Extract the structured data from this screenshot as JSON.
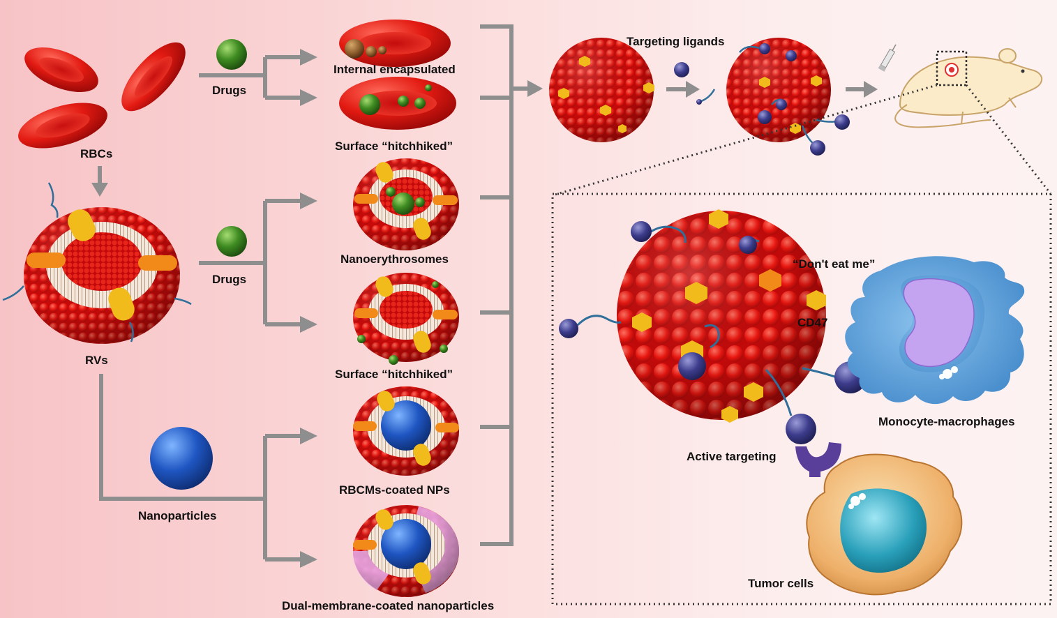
{
  "labels": {
    "rbcs": "RBCs",
    "rvs": "RVs",
    "drugs_top": "Drugs",
    "drugs_mid": "Drugs",
    "nanoparticles": "Nanoparticles",
    "internal_encapsulated": "Internal encapsulated",
    "surface_hitchhiked_1": "Surface “hitchhiked”",
    "nanoerythrosomes": "Nanoerythrosomes",
    "surface_hitchhiked_2": "Surface “hitchhiked”",
    "rbcms_coated_nps": "RBCMs-coated NPs",
    "dual_membrane": "Dual-membrane-coated nanoparticles",
    "targeting_ligands": "Targeting ligands",
    "dont_eat_me": "“Don't eat me”",
    "cd47": "CD47",
    "monocyte_macrophages": "Monocyte-macrophages",
    "active_targeting": "Active targeting",
    "tumor_cells": "Tumor cells"
  },
  "colors": {
    "rbc_red": "#e01010",
    "arrow_gray": "#8e8e8e",
    "drug_green": "#3e8a20",
    "np_blue": "#1f4fb0",
    "ligand_navy": "#3a3a80",
    "cd47_yellow": "#f2bb1c",
    "macrophage_blue": "#5fa0d8",
    "nucleus_purple": "#c2a0ef",
    "tumor_orange": "#e8a45a",
    "tumor_nucleus": "#2b9fb8"
  }
}
